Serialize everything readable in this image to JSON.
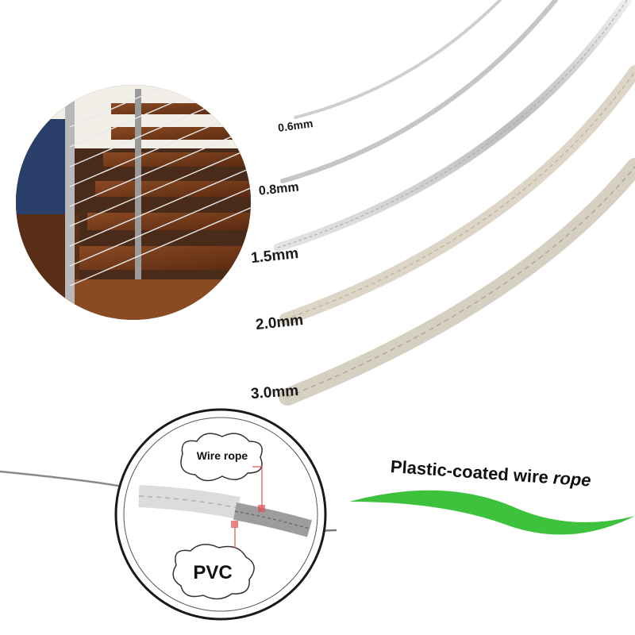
{
  "product": {
    "tagline_main": "Plastic-coated wire ",
    "tagline_italic": "rope"
  },
  "sizes": [
    {
      "label": "0.6mm"
    },
    {
      "label": "0.8mm"
    },
    {
      "label": "1.5mm"
    },
    {
      "label": "2.0mm"
    },
    {
      "label": "3.0mm"
    }
  ],
  "cross_section": {
    "wire_rope_label": "Wire rope",
    "pvc_label": "PVC"
  },
  "colors": {
    "cable": "#c9c9c9",
    "cable_warm": "#d9d3c4",
    "swoosh": "#3ec23e",
    "wood": "#7a3d1c",
    "circle_border": "#1a1a1a"
  }
}
